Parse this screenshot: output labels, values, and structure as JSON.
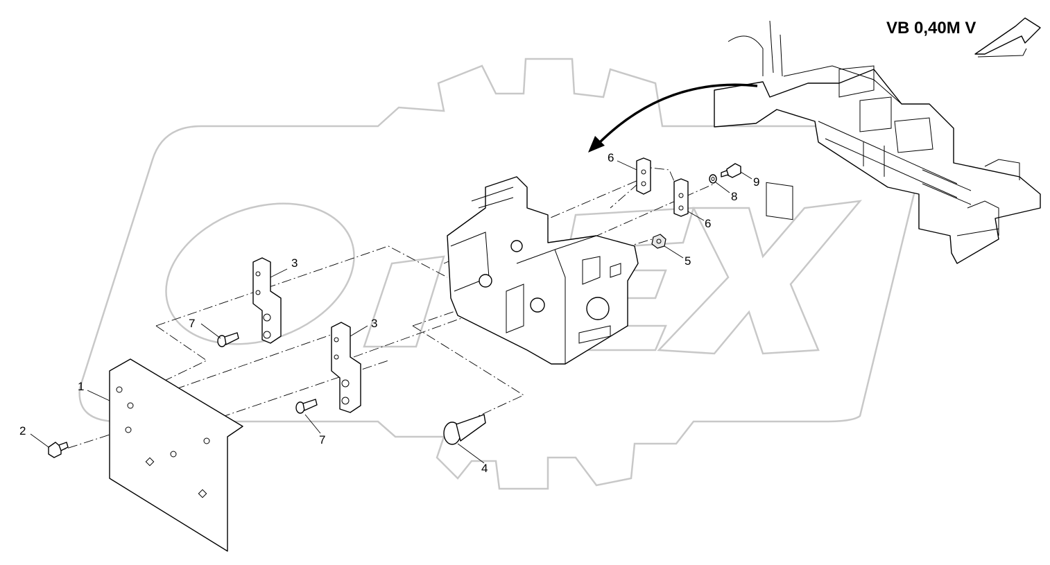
{
  "header": {
    "view_label": "VB 0,40M V"
  },
  "colors": {
    "line": "#000000",
    "watermark": "#c8c8c8",
    "background": "#ffffff"
  },
  "callouts": [
    {
      "id": "1",
      "label": "1"
    },
    {
      "id": "2",
      "label": "2"
    },
    {
      "id": "3a",
      "label": "3"
    },
    {
      "id": "3b",
      "label": "3"
    },
    {
      "id": "4",
      "label": "4"
    },
    {
      "id": "5",
      "label": "5"
    },
    {
      "id": "6a",
      "label": "6"
    },
    {
      "id": "6b",
      "label": "6"
    },
    {
      "id": "7a",
      "label": "7"
    },
    {
      "id": "7b",
      "label": "7"
    },
    {
      "id": "8",
      "label": "8"
    },
    {
      "id": "9",
      "label": "9"
    }
  ],
  "icons": {
    "view_arrow": "view-direction-arrow-icon",
    "location_arrow": "location-arrow-icon"
  }
}
